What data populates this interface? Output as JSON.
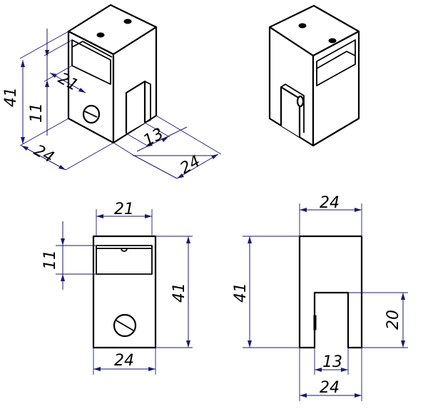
{
  "iso_view": {
    "dim_height_total": "41",
    "dim_slot_height": "11",
    "dim_slot_width": "21",
    "dim_base_depth": "24",
    "dim_notch_width": "13",
    "dim_base_width": "24"
  },
  "front_view": {
    "dim_top_width": "21",
    "dim_slot_height": "11",
    "dim_height": "41",
    "dim_bottom_width": "24"
  },
  "side_view": {
    "dim_top_width": "24",
    "dim_height": "41",
    "dim_notch_height": "20",
    "dim_notch_width": "13",
    "dim_bottom_width": "24"
  }
}
